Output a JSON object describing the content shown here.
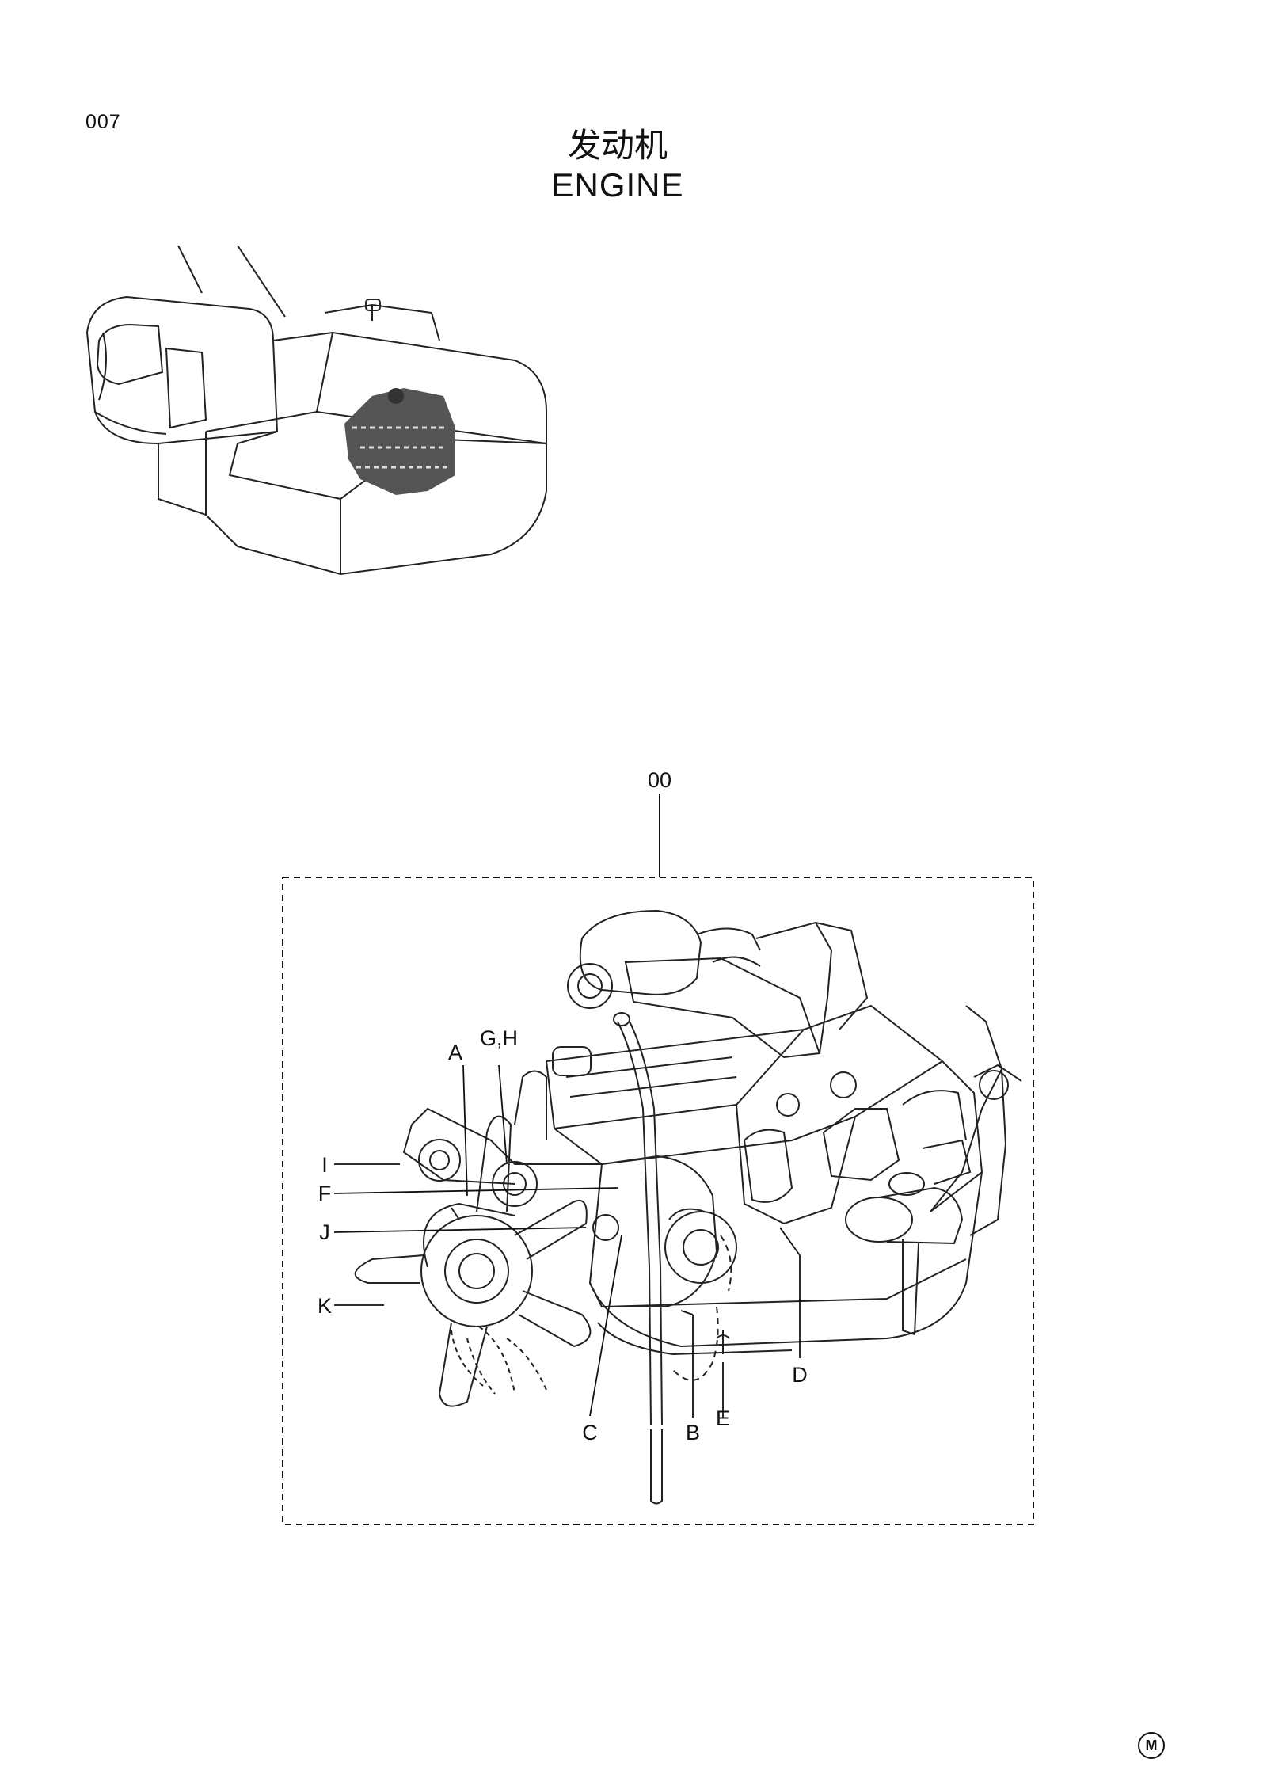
{
  "page": {
    "number": "007",
    "title_cn": "发动机",
    "title_en": "ENGINE"
  },
  "overview": {
    "icon": "excavator-overview-icon"
  },
  "assembly": {
    "reference": "00",
    "callouts": {
      "a": "A",
      "gh": "G,H",
      "i": "I",
      "f": "F",
      "j": "J",
      "k": "K",
      "c": "C",
      "b": "B",
      "e": "E",
      "d": "D"
    }
  },
  "footer": {
    "mark": "M"
  }
}
